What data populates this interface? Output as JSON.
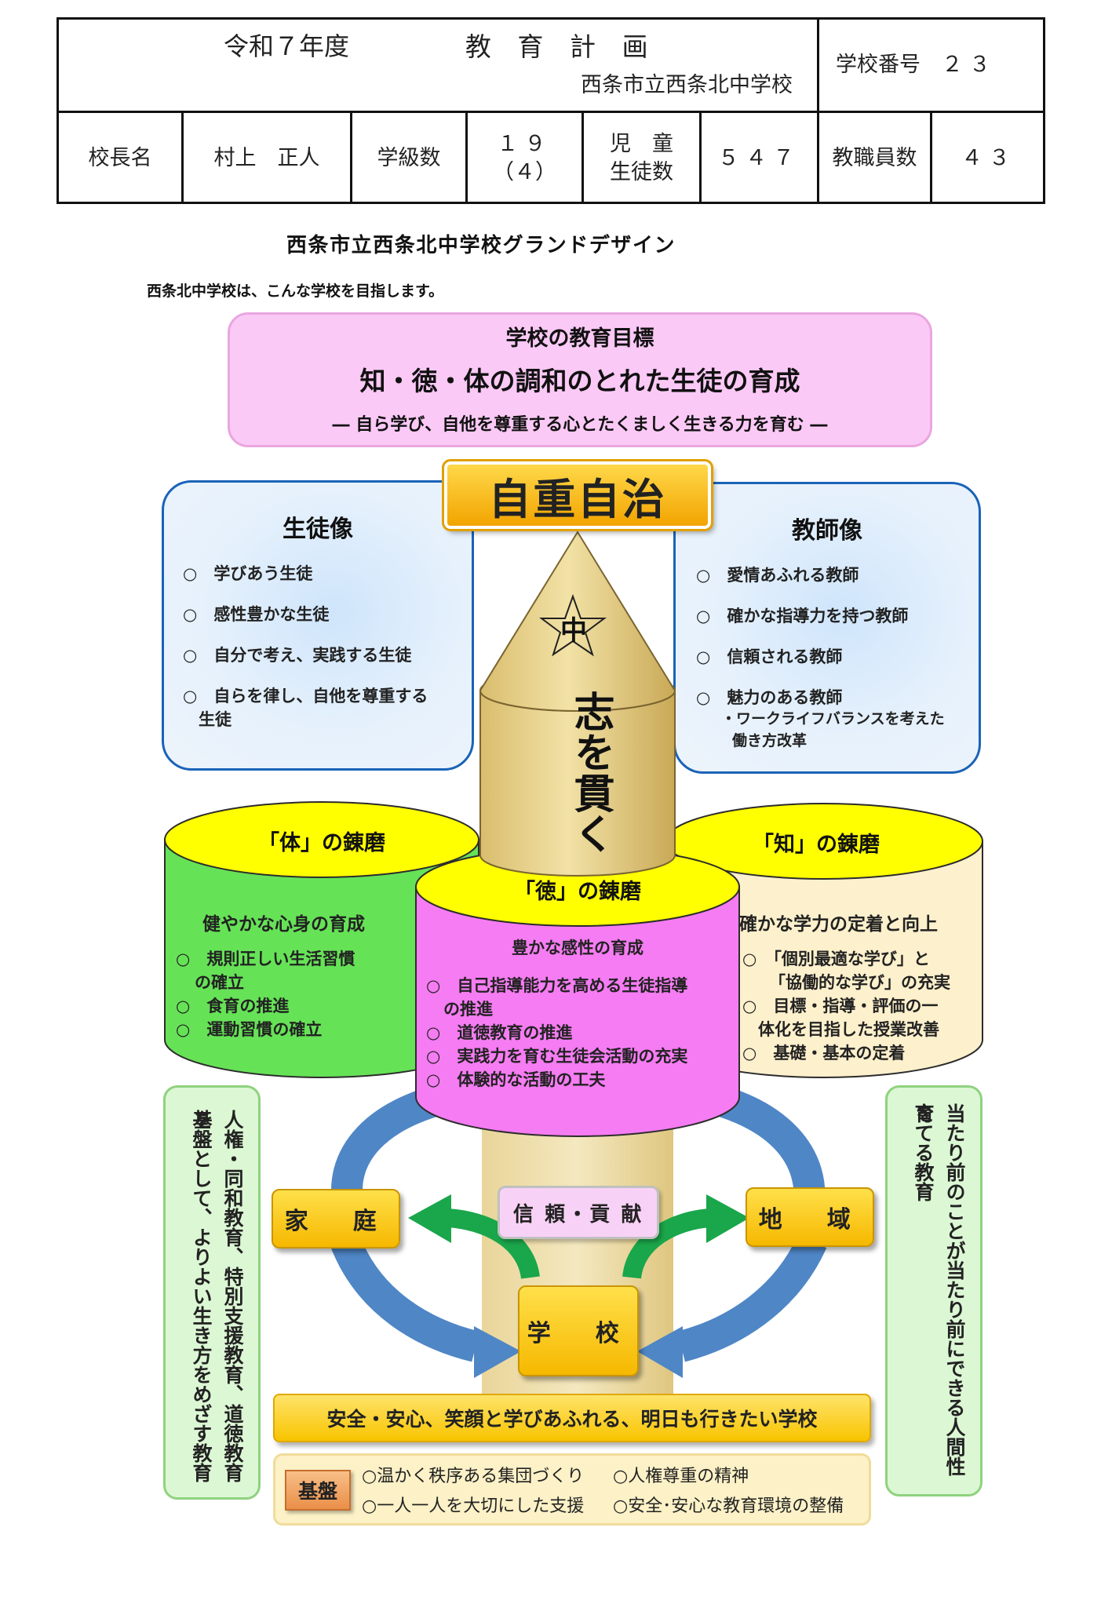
{
  "header": {
    "year": "令和７年度",
    "title": "教 育 計 画",
    "school": "西条市立西条北中学校",
    "school_no_label": "学校番号",
    "school_no_value": "２３",
    "principal_label": "校長名",
    "principal_value": "村上　正人",
    "classes_label": "学級数",
    "classes_value_1": "１９",
    "classes_value_2": "（４）",
    "students_label_1": "児　童",
    "students_label_2": "生徒数",
    "students_value": "５４７",
    "staff_label": "教職員数",
    "staff_value": "４３"
  },
  "design": {
    "title": "西条市立西条北中学校グランドデザイン",
    "intro": "西条北中学校は、こんな学校を目指します。",
    "goal_heading": "学校の教育目標",
    "goal_main": "知・徳・体の調和のとれた生徒の育成",
    "goal_sub": "― 自ら学び、自他を尊重する心とたくましく生きる力を育む ―",
    "motto": "自重自治",
    "pillar_emblem": "中",
    "pillar_text": "志を貫く",
    "student": {
      "heading": "生徒像",
      "items": [
        "○　学びあう生徒",
        "○　感性豊かな生徒",
        "○　自分で考え、実践する生徒",
        "○　自らを律し、自他を尊重する",
        "生徒"
      ]
    },
    "teacher": {
      "heading": "教師像",
      "items": [
        "○　愛情あふれる教師",
        "○　確かな指導力を持つ教師",
        "○　信頼される教師",
        "○　魅力のある教師",
        "・ワークライフバランスを考えた",
        "働き方改革"
      ]
    },
    "tai": {
      "heading": "「体」の錬磨",
      "sub": "健やかな心身の育成",
      "items": [
        "○　規則正しい生活習慣",
        "の確立",
        "○　食育の推進",
        "○　運動習慣の確立"
      ]
    },
    "toku": {
      "heading": "「徳」の錬磨",
      "sub": "豊かな感性の育成",
      "items": [
        "○　自己指導能力を高める生徒指導",
        "の推進",
        "○　道徳教育の推進",
        "○　実践力を育む生徒会活動の充実",
        "○　体験的な活動の工夫"
      ]
    },
    "chi": {
      "heading": "「知」の錬磨",
      "sub": "確かな学力の定着と向上",
      "items": [
        "○　「個別最適な学び」と",
        "「協働的な学び」の充実",
        "○　目標・指導・評価の一",
        "体化を目指した授業改善",
        "○　基礎・基本の定着"
      ]
    },
    "left_vertical_1": "人権・同和教育、特別支援教育、道徳教育を",
    "left_vertical_2": "基盤として、よりよい生き方をめざす教育",
    "right_vertical_1": "当たり前のことが当たり前にできる人間性を",
    "right_vertical_2": "育てる教育",
    "home": "家　庭",
    "community": "地　域",
    "trust": "信 頼・貢 献",
    "school_tag": "学　校",
    "banner": "安全・安心、笑顔と学びあふれる、明日も行きたい学校",
    "base_label": "基盤",
    "base_items": [
      "○温かく秩序ある集団づくり",
      "○人権尊重の精神",
      "○一人一人を大切にした支援",
      "○安全･安心な教育環境の整備"
    ]
  },
  "colors": {
    "goal_bg": "#fbc9f6",
    "blue_border": "#1a63b8",
    "tai_body": "#66e257",
    "cyl_top": "#ffff00",
    "toku_body": "#f57cf2",
    "chi_body": "#fdf0cc",
    "pillar": "#e6cf8a",
    "tag_yellow": "#f8c400",
    "arrow_blue": "#4f86c6",
    "arrow_green": "#1aa64a",
    "side_green": "#dcf7d4"
  }
}
